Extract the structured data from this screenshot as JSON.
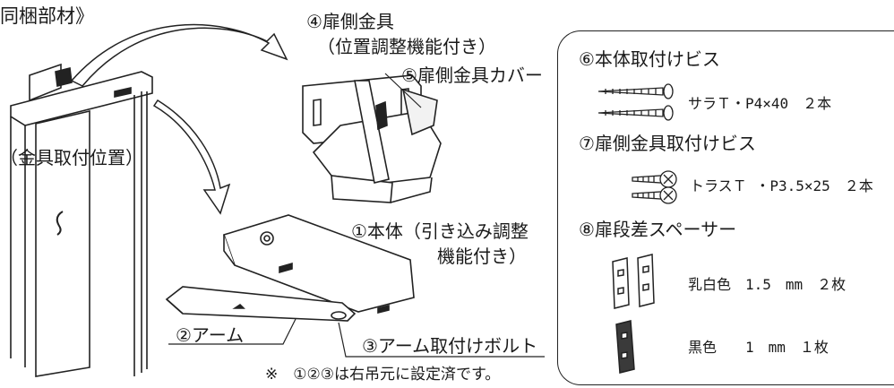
{
  "header": {
    "title": "同梱部材》"
  },
  "labels": {
    "mount_position": "（金具取付位置）",
    "door_bracket": "④扉側金具",
    "door_bracket_sub": "（位置調整機能付き）",
    "bracket_cover": "⑤扉側金具カバー",
    "body": "①本体（引き込み調整",
    "body_sub": "機能付き）",
    "arm": "②アーム",
    "arm_screw": "③アーム取付けボルト",
    "note": "※　①②③は右吊元に設定済です。"
  },
  "parts": {
    "body_screws_title": "⑥本体取付けビス",
    "body_screws_spec": "サラＴ・P4×40　２本",
    "bracket_screws_title": "⑦扉側金具取付けビス",
    "bracket_screws_spec": "トラスＴ ・P3.5×25　２本",
    "spacer_title": "⑧扉段差スペーサー",
    "spacer_white_spec": "乳白色　1.5　mm　２枚",
    "spacer_black_spec": "黒色　　1　mm　１枚"
  },
  "colors": {
    "stroke": "#222222",
    "black_spacer": "#3a3a3a",
    "shade": "#e8e8e8"
  }
}
